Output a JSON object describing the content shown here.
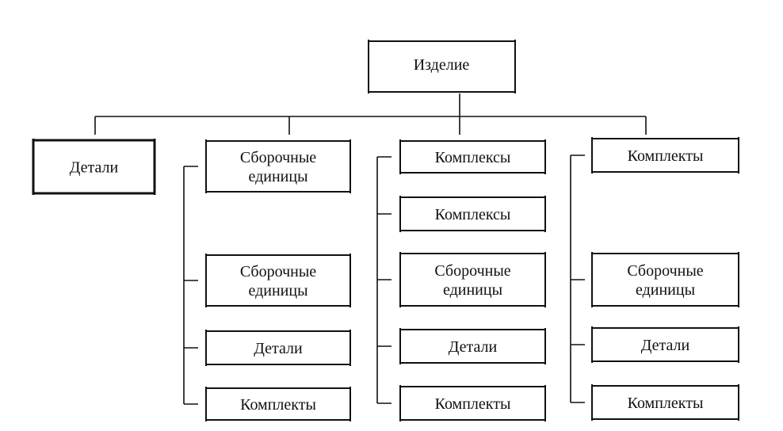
{
  "root": {
    "label": "Изделие"
  },
  "columns": [
    {
      "head": [
        "Детали"
      ],
      "children": []
    },
    {
      "head": [
        "Сборочные",
        "единицы"
      ],
      "children": [
        [
          "Сборочные",
          "единицы"
        ],
        [
          "Детали"
        ],
        [
          "Комплекты"
        ]
      ]
    },
    {
      "head": [
        "Комплексы"
      ],
      "children": [
        [
          "Комплексы"
        ],
        [
          "Сборочные",
          "единицы"
        ],
        [
          "Детали"
        ],
        [
          "Комплекты"
        ]
      ]
    },
    {
      "head": [
        "Комплекты"
      ],
      "children": [
        [
          "Сборочные",
          "единицы"
        ],
        [
          "Детали"
        ],
        [
          "Комплекты"
        ]
      ]
    }
  ]
}
